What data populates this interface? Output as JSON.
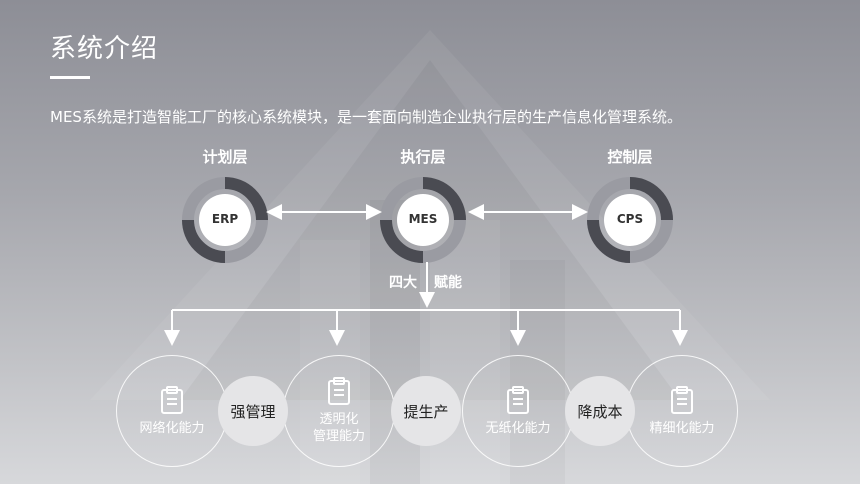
{
  "header": {
    "title": "系统介绍",
    "intro": "MES系统是打造智能工厂的核心系统模块，是一套面向制造企业执行层的生产信息化管理系统。"
  },
  "layers": [
    {
      "label": "计划层",
      "code": "ERP"
    },
    {
      "label": "执行层",
      "code": "MES"
    },
    {
      "label": "控制层",
      "code": "CPS"
    }
  ],
  "empower": {
    "left": "四大",
    "right": "赋能"
  },
  "capabilities": [
    {
      "line1": "网络化能力",
      "line2": ""
    },
    {
      "line1": "透明化",
      "line2": "管理能力"
    },
    {
      "line1": "无纸化能力",
      "line2": ""
    },
    {
      "line1": "精细化能力",
      "line2": ""
    }
  ],
  "benefits": [
    "强管理",
    "提生产",
    "降成本"
  ],
  "colors": {
    "accent": "#ffffff",
    "ring_dark": "#4a4b52",
    "ring_mid": "#9a9ba2",
    "chip_bg": "#e5e5e7"
  },
  "icons": [
    "clipboard-icon"
  ]
}
